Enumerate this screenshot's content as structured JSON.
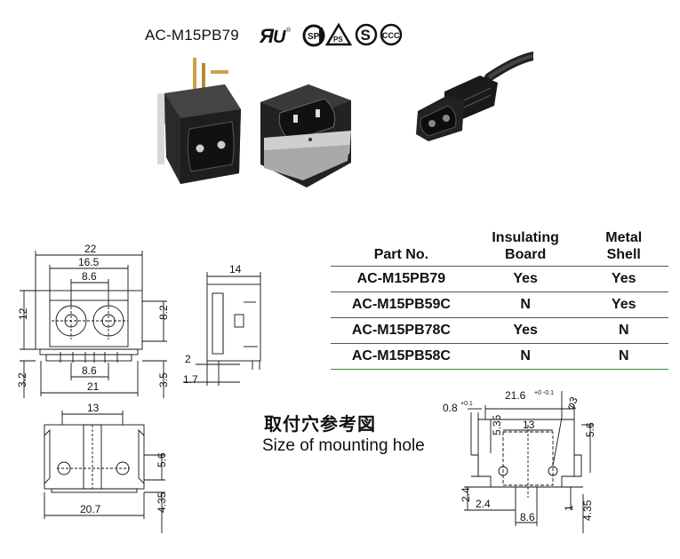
{
  "title": "AC-M15PB79",
  "certifications": [
    "UR-mark-icon",
    "CSA-mark-icon",
    "PSE-mark-icon",
    "S-mark-icon",
    "CCC-mark-icon"
  ],
  "table": {
    "headers": [
      "Part No.",
      "Insulating Board",
      "Metal Shell"
    ],
    "header_lines": [
      [
        "Part No."
      ],
      [
        "Insulating",
        "Board"
      ],
      [
        "Metal",
        "Shell"
      ]
    ],
    "rows": [
      {
        "part": "AC-M15PB79",
        "insulating": "Yes",
        "metal": "Yes"
      },
      {
        "part": "AC-M15PB59C",
        "insulating": "N",
        "metal": "Yes"
      },
      {
        "part": "AC-M15PB78C",
        "insulating": "Yes",
        "metal": "N"
      },
      {
        "part": "AC-M15PB58C",
        "insulating": "N",
        "metal": "N"
      }
    ]
  },
  "mounting_hole": {
    "title_cn": "取付穴参考図",
    "title_en": "Size of mounting hole"
  },
  "dims": {
    "front": {
      "w22": "22",
      "w16_5": "16.5",
      "w8_6": "8.6",
      "h12": "12",
      "h8_2": "8.2",
      "b8_6": "8.6",
      "b21": "21",
      "h3_2": "3.2",
      "h3_5": "3.5"
    },
    "side": {
      "w14": "14",
      "h2": "2",
      "h1_7": "1.7"
    },
    "bottom": {
      "w13": "13",
      "h5_6": "5.6",
      "w20_7": "20.7",
      "h4_35": "4.35"
    },
    "hole": {
      "d0_8": "0.8",
      "d0_8_tol": "+0.1",
      "d21_6": "21.6",
      "d21_6_tol": "+0 -0.1",
      "d13": "13",
      "d5_35": "5.35",
      "d5_6": "5.6",
      "dphi": "φ3",
      "d2_4a": "2.4",
      "d2_4b": "2.4",
      "d8_6": "8.6",
      "d1": "1",
      "d4_35": "4.35"
    }
  }
}
